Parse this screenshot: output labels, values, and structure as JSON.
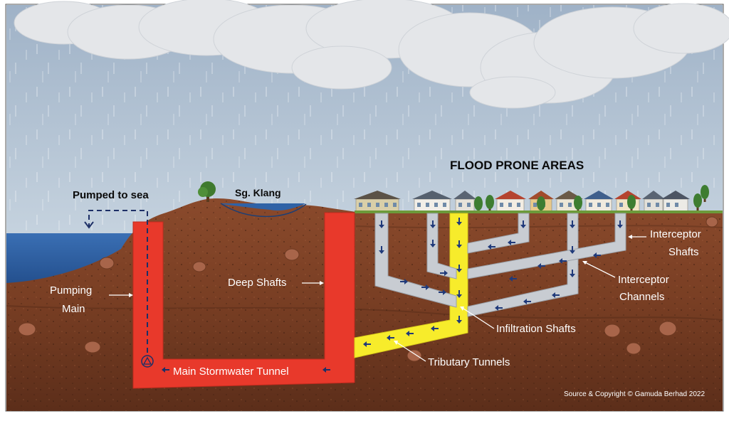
{
  "labels": {
    "flood_prone_areas": "FLOOD PRONE AREAS",
    "pumped_to_sea": "Pumped to sea",
    "river": "Sg. Klang",
    "pumping_main_line1": "Pumping",
    "pumping_main_line2": "Main",
    "deep_shafts": "Deep Shafts",
    "interceptor_shafts_line1": "Interceptor",
    "interceptor_shafts_line2": "Shafts",
    "interceptor_channels_line1": "Interceptor",
    "interceptor_channels_line2": "Channels",
    "infiltration_shafts": "Infiltration Shafts",
    "tributary_tunnels": "Tributary Tunnels",
    "main_stormwater_tunnel": "Main Stormwater Tunnel",
    "copyright": "Source & Copyright © Gamuda Berhad 2022"
  },
  "colors": {
    "sky": "#aebfd1",
    "cloud": "#e6e8ea",
    "sea": "#2f62a6",
    "soil_top": "#8a4a2c",
    "soil_bottom": "#5c2e1a",
    "main_tunnel": "#e8392b",
    "tributary": "#f7ec2b",
    "interceptor": "#c8ccd2",
    "arrow": "#203a7a"
  },
  "icons": [
    "rain-icon",
    "cloud-icon",
    "tree-icon",
    "house-icon",
    "pump-icon",
    "flow-arrow-icon"
  ]
}
